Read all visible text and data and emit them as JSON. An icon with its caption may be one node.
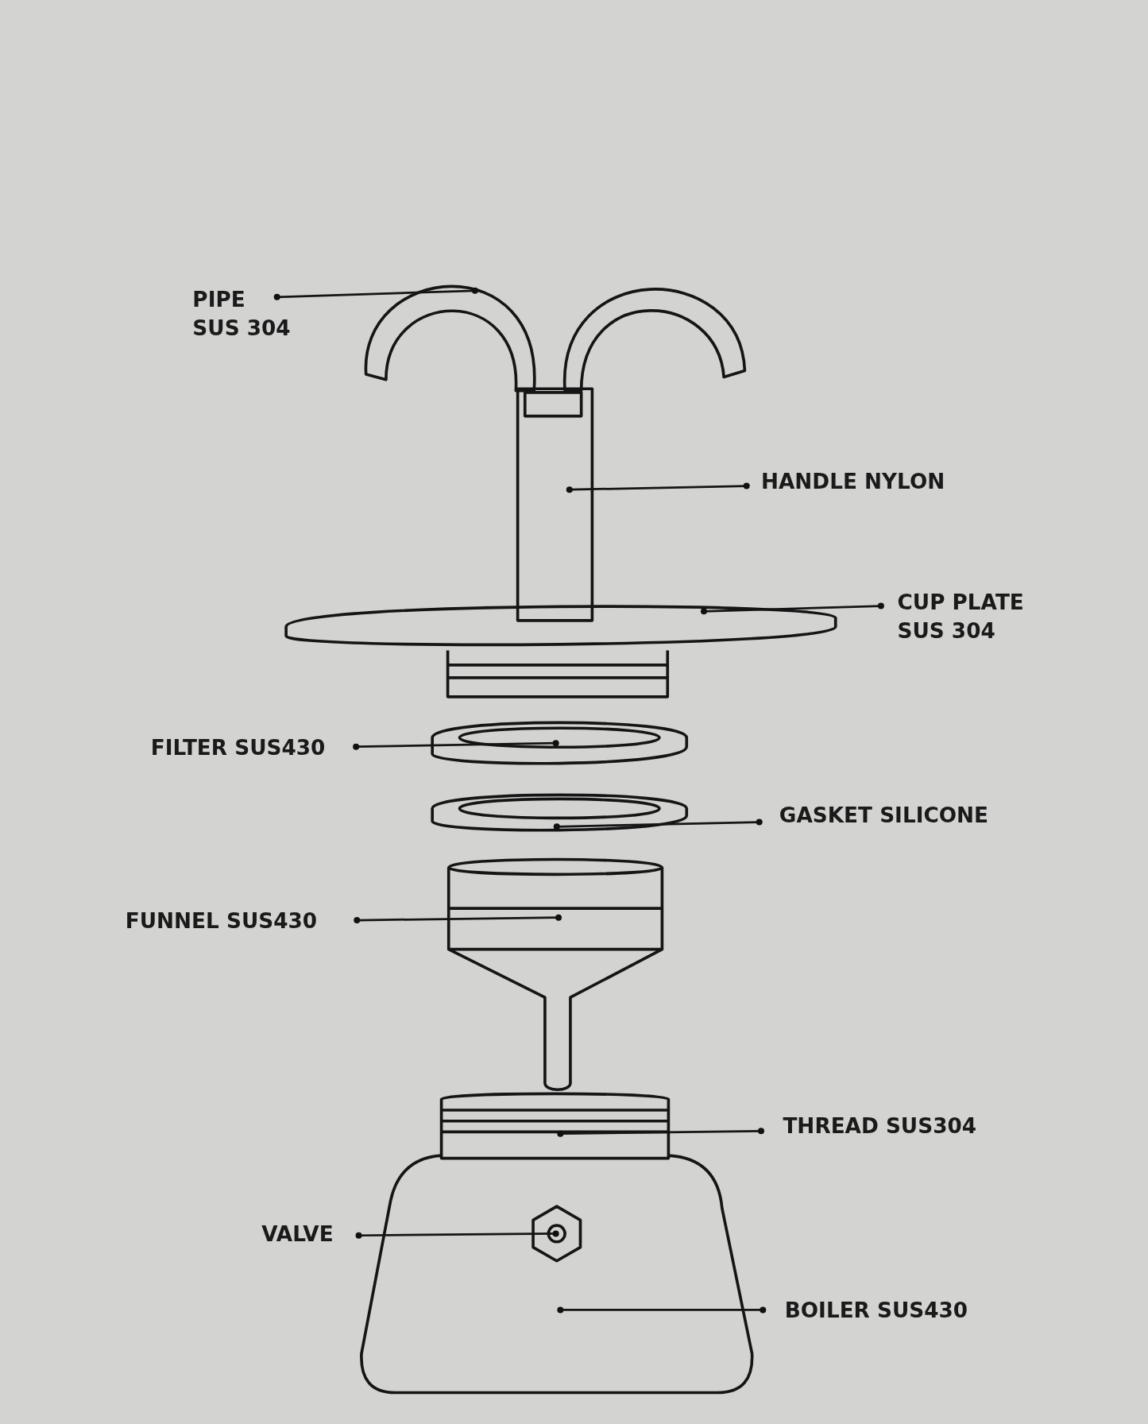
{
  "diagram": {
    "nodes": [
      {
        "text": [
          "PIPE SUS 304"
        ]
      },
      {
        "text": [],
        "shape": "picture"
      },
      {
        "text": [
          "HANDLE NYLON"
        ]
      },
      {
        "text": [],
        "shape": "picture"
      },
      {
        "text": [
          "CUP PLATE SUS 304"
        ]
      },
      {
        "text": [],
        "shape": "picture"
      },
      {
        "text": [
          "FILTER SUS430"
        ]
      },
      {
        "text": [],
        "shape": "picture"
      },
      {
        "text": [
          "GASKET SILICONE"
        ]
      },
      {
        "text": [],
        "shape": "picture"
      },
      {
        "text": [
          "FUNNEL SUS430"
        ]
      },
      {
        "text": [],
        "shape": "picture"
      },
      {
        "text": [
          "THREAD SUS304"
        ]
      },
      {
        "text": [],
        "shape": "picture"
      },
      {
        "text": [
          "VALVE"
        ]
      },
      {
        "text": [],
        "shape": "picture",
        "in": 17
      },
      {
        "text": [
          "BOILER SUS430"
        ]
      },
      {
        "text": [],
        "shape": "picture"
      }
    ],
    "edges": [
      {
        "from": 0,
        "to": 1,
        "arrow": "other"
      },
      {
        "from": 2,
        "to": 3,
        "arrow": "other"
      },
      {
        "from": 4,
        "to": 5,
        "arrow": "other"
      },
      {
        "from": 6,
        "to": 7,
        "arrow": "other"
      },
      {
        "from": 8,
        "to": 9,
        "arrow": "other"
      },
      {
        "from": 10,
        "to": 11,
        "arrow": "other"
      },
      {
        "from": 12,
        "to": 13,
        "arrow": "other"
      },
      {
        "from": 14,
        "to": 15,
        "arrow": "other"
      },
      {
        "from": 16,
        "to": 17,
        "arrow": "other"
      }
    ]
  }
}
